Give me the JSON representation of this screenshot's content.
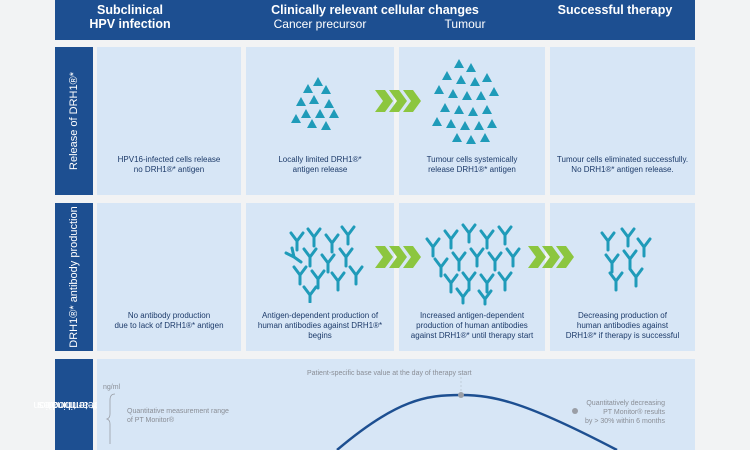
{
  "header": {
    "col1": [
      "Subclinical",
      "HPV infection"
    ],
    "col2_title": "Clinically relevant cellular changes",
    "col2_sub_a": "Cancer precursor",
    "col2_sub_b": "Tumour",
    "col3": "Successful therapy"
  },
  "rows": {
    "release_label": "Release of DRH1®*",
    "antibody_label": "DRH1®* antibody production",
    "determination_label_1": "ve determination",
    "determination_label_2": "1®* antibodies"
  },
  "release_captions": [
    [
      "HPV16-infected cells release",
      "no DRH1®* antigen"
    ],
    [
      "Locally limited DRH1®*",
      "antigen release"
    ],
    [
      "Tumour cells systemically",
      "release DRH1®* antigen"
    ],
    [
      "Tumour cells eliminated successfully.",
      "No DRH1®* antigen release."
    ]
  ],
  "antibody_captions": [
    [
      "No antibody production",
      "due to lack of DRH1®* antigen"
    ],
    [
      "Antigen-dependent production of",
      "human antibodies against DRH1®* begins"
    ],
    [
      "Increased antigen-dependent",
      "production of human antibodies",
      "against DRH1®* until therapy start"
    ],
    [
      "Decreasing production of",
      "human antibodies against",
      "DRH1®* if therapy is successful"
    ]
  ],
  "chart": {
    "top_note": "Patient-specific base value at the day of therapy start",
    "unit": "ng/ml",
    "range_note": [
      "Quantitative measurement range",
      "of PT Monitor®"
    ],
    "right_note": [
      "Quantitatively decreasing",
      "PT Monitor® results",
      "by > 30% within 6 months"
    ]
  },
  "colors": {
    "brand_blue": "#1d4f91",
    "cell_bg": "#d7e6f6",
    "glyph_teal": "#1f9bb9",
    "chevron_green": "#8cc63f"
  }
}
